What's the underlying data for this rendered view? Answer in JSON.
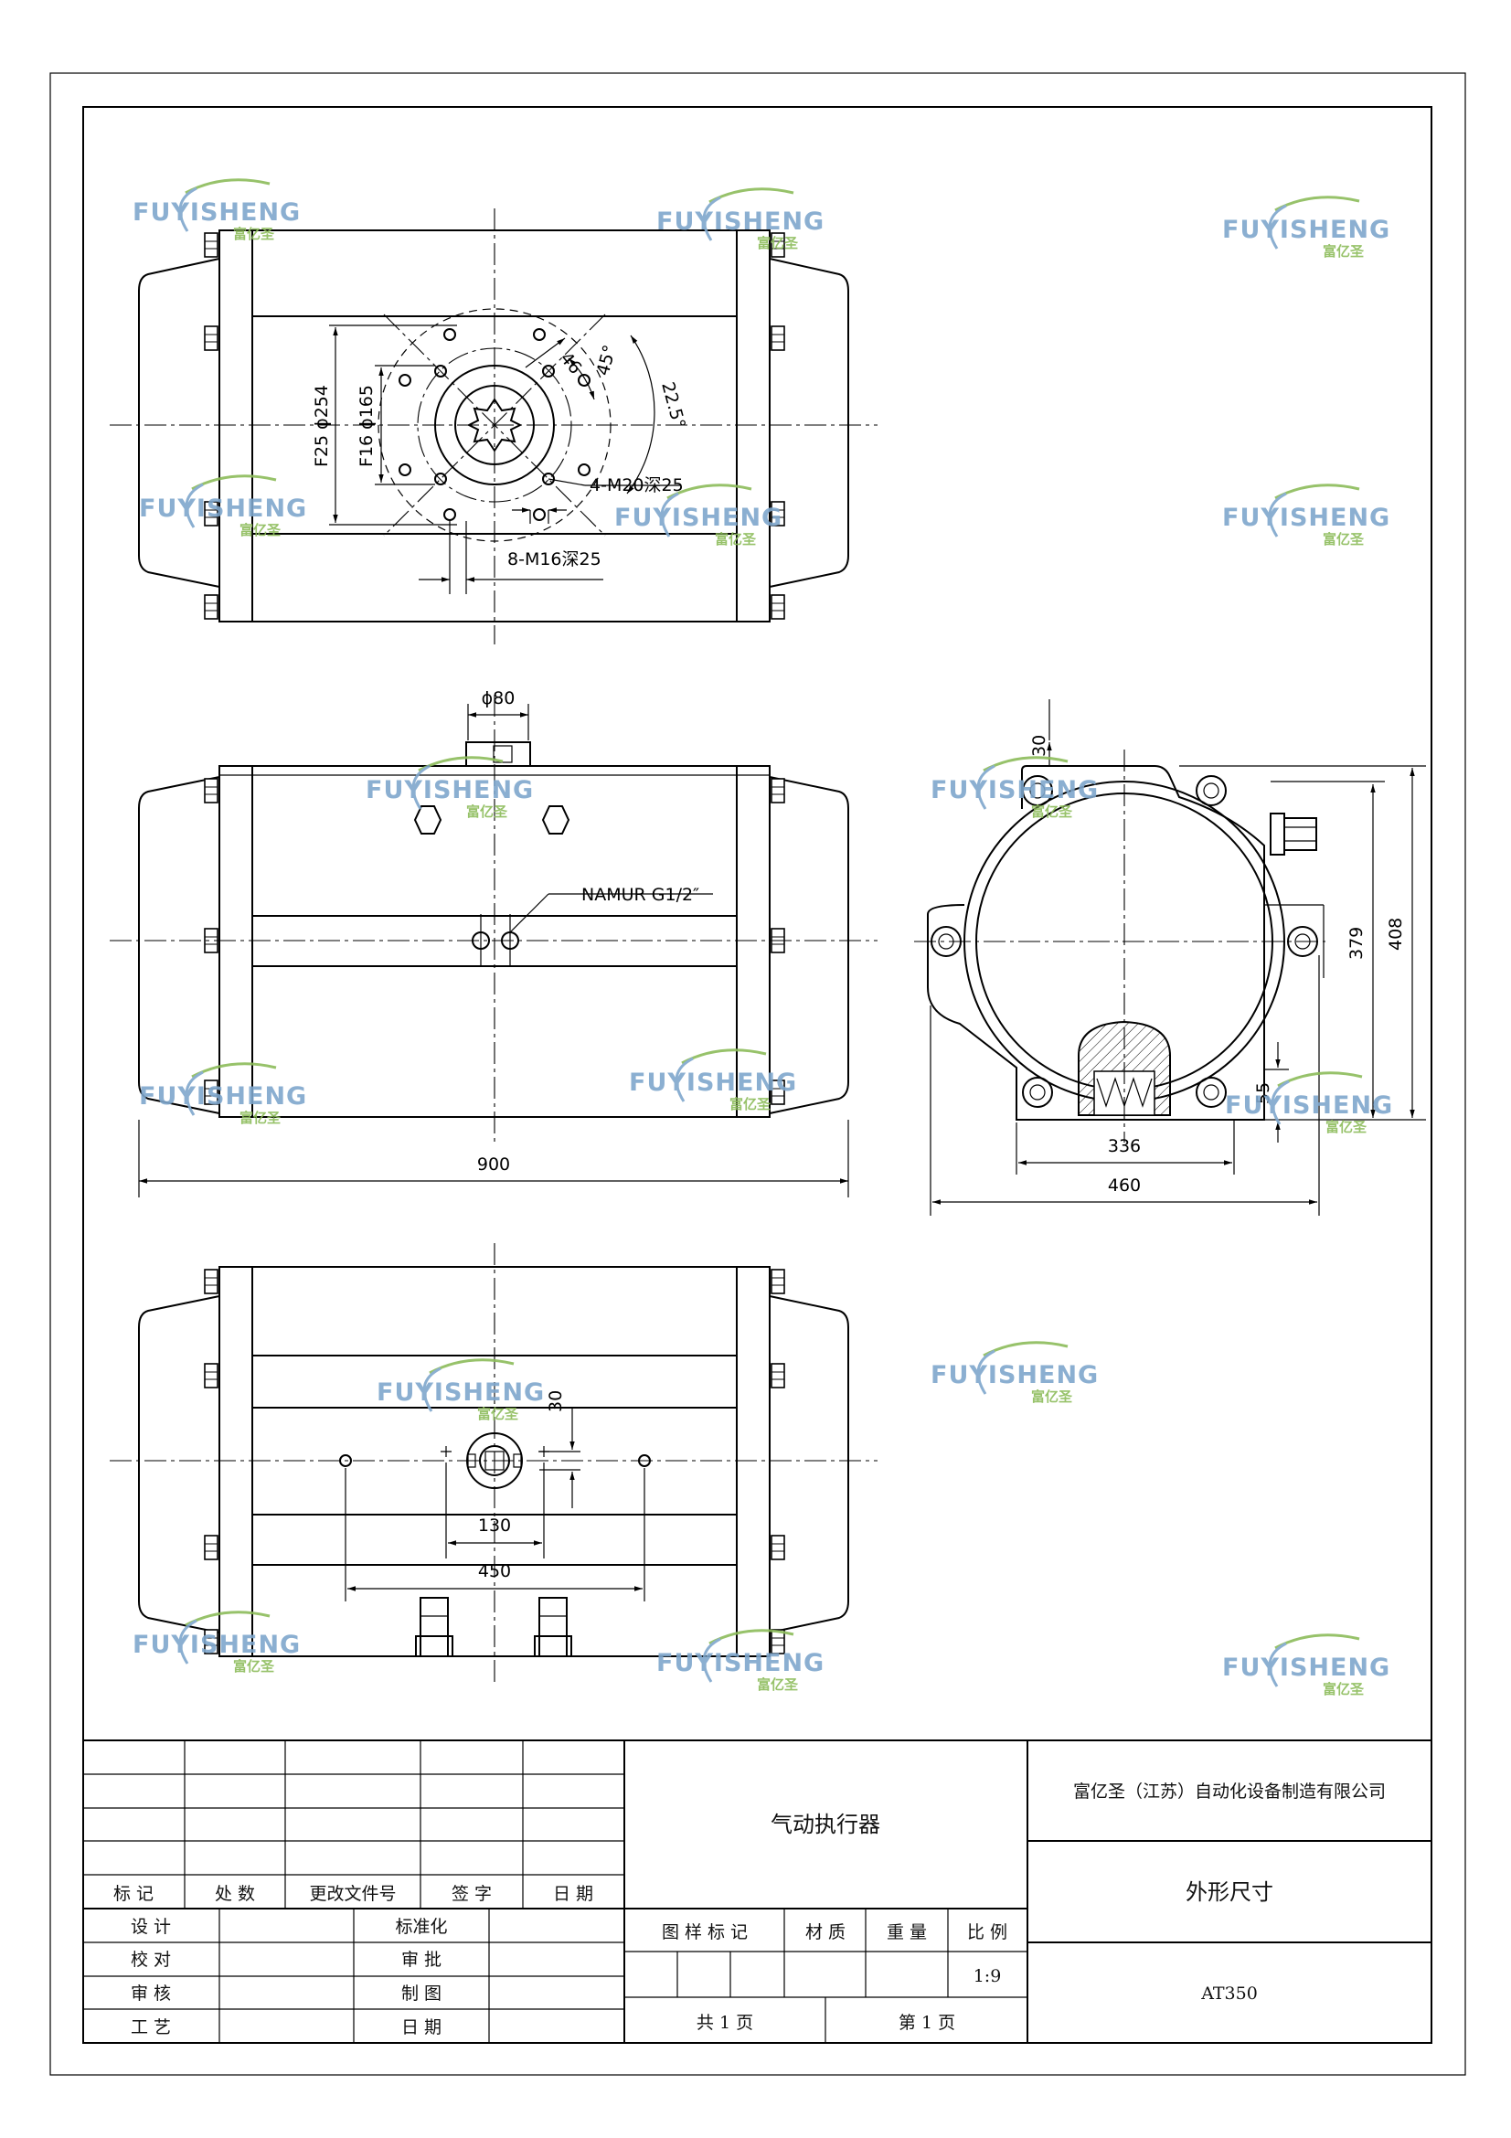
{
  "watermark": {
    "brand": "FUYISHENG",
    "brand_cn": "富亿圣",
    "swoosh_color": "#8cbc5a",
    "text_color": "#7ea6cc"
  },
  "top_view": {
    "f25_label": "F25 ϕ254",
    "f16_label": "F16 ϕ165",
    "ang46": "46",
    "ang45": "45°",
    "ang225": "22.5°",
    "m20": "4-M20深25",
    "m16": "8-M16深25"
  },
  "front_view": {
    "shaft_dia": "ϕ80",
    "namur": "NAMUR G1/2″",
    "length": "900"
  },
  "side_view": {
    "d30": "30",
    "d379": "379",
    "d408": "408",
    "d55": "55",
    "d336": "336",
    "d460": "460"
  },
  "bottom_view": {
    "d30": "30",
    "d130": "130",
    "d450": "450"
  },
  "title_block": {
    "rev_headers": [
      "标 记",
      "处 数",
      "更改文件号",
      "签 字",
      "日 期"
    ],
    "sig_labels_left": [
      "设 计",
      "校 对",
      "审 核",
      "工 艺"
    ],
    "sig_labels_mid": [
      "标准化",
      "审 批",
      "制 图",
      "日 期"
    ],
    "product_name": "气动执行器",
    "company": "富亿圣（江苏）自动化设备制造有限公司",
    "drawing_title": "外形尺寸",
    "model": "AT350",
    "attr_headers": [
      "图 样 标 记",
      "材 质",
      "重 量",
      "比 例"
    ],
    "scale": "1:9",
    "total_pages": "共 1 页",
    "page_no": "第 1 页"
  }
}
